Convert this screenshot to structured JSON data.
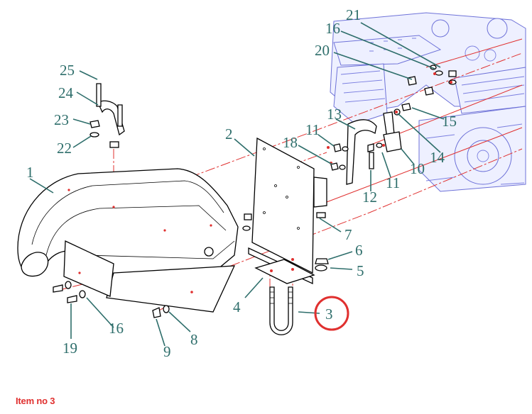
{
  "caption": "Item no 3",
  "highlight_color": "#e0302f",
  "callout_color": "#2e6e6b",
  "callouts": {
    "c1": "1",
    "c2": "2",
    "c3": "3",
    "c4": "4",
    "c5": "5",
    "c6": "6",
    "c7": "7",
    "c8": "8",
    "c9": "9",
    "c10": "10",
    "c11a": "11",
    "c11b": "11",
    "c12": "12",
    "c13": "13",
    "c14": "14",
    "c15": "15",
    "c16a": "16",
    "c16b": "16",
    "c18": "18",
    "c19": "19",
    "c20": "20",
    "c21": "21",
    "c22": "22",
    "c23": "23",
    "c24": "24",
    "c25": "25"
  },
  "selected_item": "3"
}
